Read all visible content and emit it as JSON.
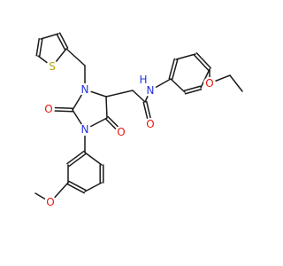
{
  "molecule": {
    "colors": {
      "bond": "#1a1a1a",
      "carbon": "#1a1a1a",
      "oxygen": "#e8150c",
      "nitrogen": "#2633e0",
      "sulfur": "#b5a70c"
    },
    "atom_labels": {
      "s_thiophene": "S",
      "o_amide": "O",
      "n_amide": "N",
      "h_amide": "H",
      "o_ethoxy": "O",
      "n1_ring": "N",
      "n2_ring": "N",
      "o_left": "O",
      "o_right": "O",
      "o_methoxy": "O"
    }
  }
}
